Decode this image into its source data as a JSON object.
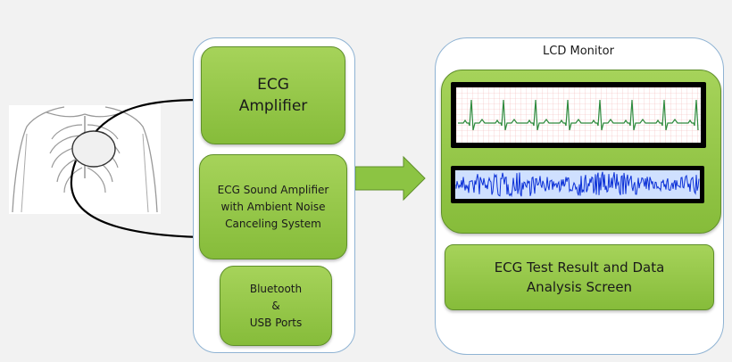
{
  "diagram": {
    "nodes": {
      "ecg_amplifier": "ECG\nAmplifier",
      "sound_amplifier": "ECG Sound Amplifier\nwith Ambient Noise\nCanceling System",
      "ports": "Bluetooth\n&\nUSB Ports",
      "lcd_title": "LCD Monitor",
      "result_screen": "ECG Test Result and Data\nAnalysis Screen"
    },
    "colors": {
      "box_green": "#92c549",
      "panel_border": "#8fb3d3",
      "ecg_trace": "#2e8b3e",
      "sound_wave": "#0a2fd6",
      "arrow": "#000000"
    },
    "icons": [
      "torso-illustration",
      "sensor-pad",
      "flow-arrow"
    ]
  }
}
